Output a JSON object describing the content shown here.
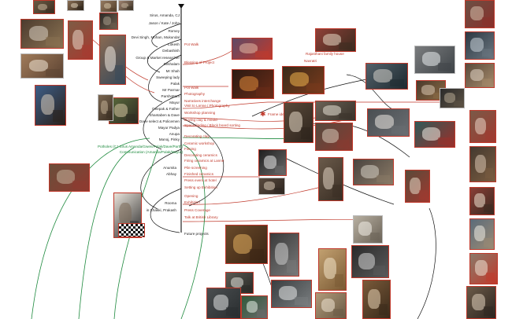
{
  "timeline": {
    "people": [
      "Sirus, Amanda, CJ",
      "Jason / Kate / John",
      "Romey",
      "Devi Singh, Mohan, Mukundal",
      "Lokesh",
      "Debashish",
      "Group & Market researcher",
      "Sirshalam",
      "Mr Shah",
      "Sweeping lady",
      "Palak",
      "Mr Parmar",
      "Parshottam",
      "Mayur",
      "Deepak & Father",
      "Shantaben & Dave",
      "Dave select & Policemen",
      "Mayur Padya",
      "Anupa",
      "Manoj, Pinky"
    ],
    "people_groups": [
      "Potholes (CJ Sirus Amanda/Gwen/Palak/Dave/Parth)",
      "Communication (Amanda/Palak/Mayur)"
    ],
    "people_lower": [
      "Anumita",
      "Abhay",
      "Rooma",
      "in Chakki, Prakash"
    ],
    "activities": [
      "Pot Walk",
      "Blessing of Project",
      "Pot Walk",
      "Photography",
      "Narratives interchange",
      "Visit to Lanne / Photography",
      "Workshop planning",
      "Buying clay & mould",
      "Space finding / Block board sorting",
      "Decorating clay",
      "Ceramic workshop",
      "Filming",
      "Decorating ceramics",
      "Firing ceramics at Lanne",
      "Pile screening",
      "Finished ceramics",
      "Press event at hotel",
      "Setting up Exhibition",
      "Opening",
      "Exhibition",
      "Press Coverage",
      "Talk at British Library"
    ],
    "end_label": "Future projects",
    "star_label": "Frame idea"
  },
  "captions": {
    "rajasthan_family": "Rajasthani family house",
    "navratri": "Navratri"
  }
}
